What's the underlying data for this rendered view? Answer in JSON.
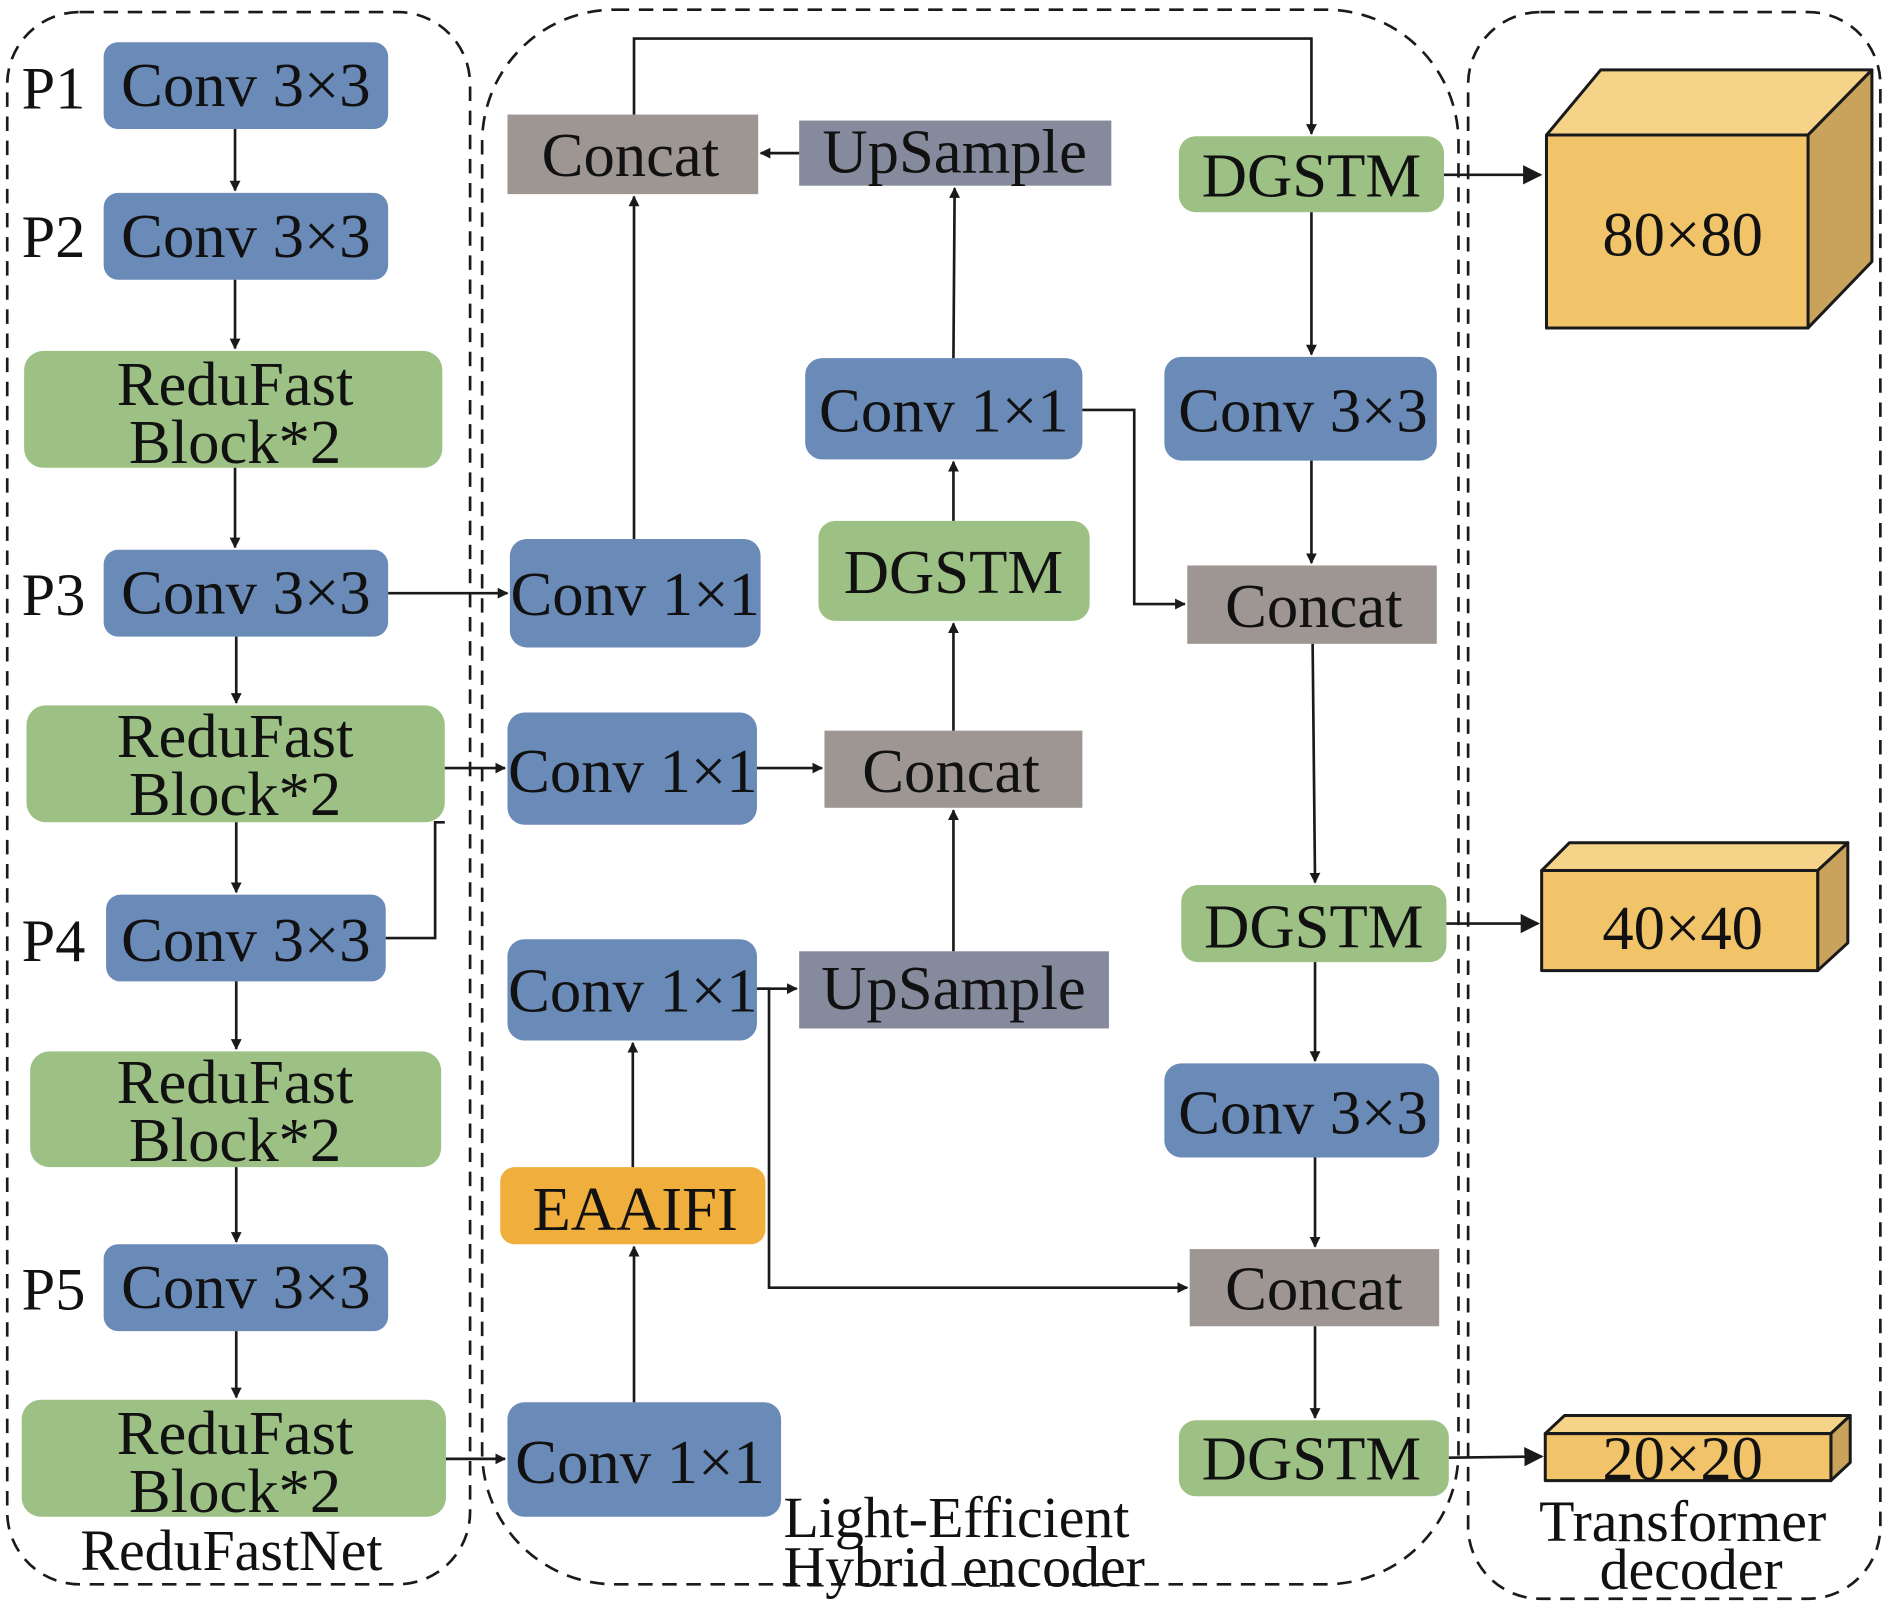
{
  "colors": {
    "conv": "#6a8ab8",
    "block": "#9dc184",
    "concat": "#9e9693",
    "upsample": "#858b9c",
    "eaaifi": "#f0ae3c",
    "cube_front": "#f2c46a",
    "cube_top": "#f5d48a",
    "cube_side": "#c9a25c"
  },
  "groups": {
    "backbone": "ReduFastNet",
    "encoder_line1": "Light-Efficient",
    "encoder_line2": "Hybrid encoder",
    "decoder_line1": "Transformer",
    "decoder_line2": "decoder"
  },
  "backbone": {
    "p1": {
      "tag": "P1",
      "label": "Conv 3×3"
    },
    "p2": {
      "tag": "P2",
      "label": "Conv 3×3"
    },
    "rf1": {
      "line1": "ReduFast",
      "line2": "Block*2"
    },
    "p3": {
      "tag": "P3",
      "label": "Conv 3×3"
    },
    "rf2": {
      "line1": "ReduFast",
      "line2": "Block*2"
    },
    "p4": {
      "tag": "P4",
      "label": "Conv 3×3"
    },
    "rf3": {
      "line1": "ReduFast",
      "line2": "Block*2"
    },
    "p5": {
      "tag": "P5",
      "label": "Conv 3×3"
    },
    "rf4": {
      "line1": "ReduFast",
      "line2": "Block*2"
    }
  },
  "encoder": {
    "concat_top": "Concat",
    "upsample_top": "UpSample",
    "conv1x1_mid_top": "Conv 1×1",
    "dgstm_mid": "DGSTM",
    "concat_mid": "Concat",
    "upsample_mid": "UpSample",
    "conv1x1_a": "Conv 1×1",
    "conv1x1_b": "Conv 1×1",
    "conv1x1_c": "Conv 1×1",
    "eaaifi": "EAAIFI",
    "conv1x1_d": "Conv 1×1",
    "dgstm_out1": "DGSTM",
    "conv3x3_r1": "Conv 3×3",
    "concat_r1": "Concat",
    "dgstm_out2": "DGSTM",
    "conv3x3_r2": "Conv 3×3",
    "concat_r2": "Concat",
    "dgstm_out3": "DGSTM"
  },
  "decoder": {
    "out1": "80×80",
    "out2": "40×40",
    "out3": "20×20"
  }
}
